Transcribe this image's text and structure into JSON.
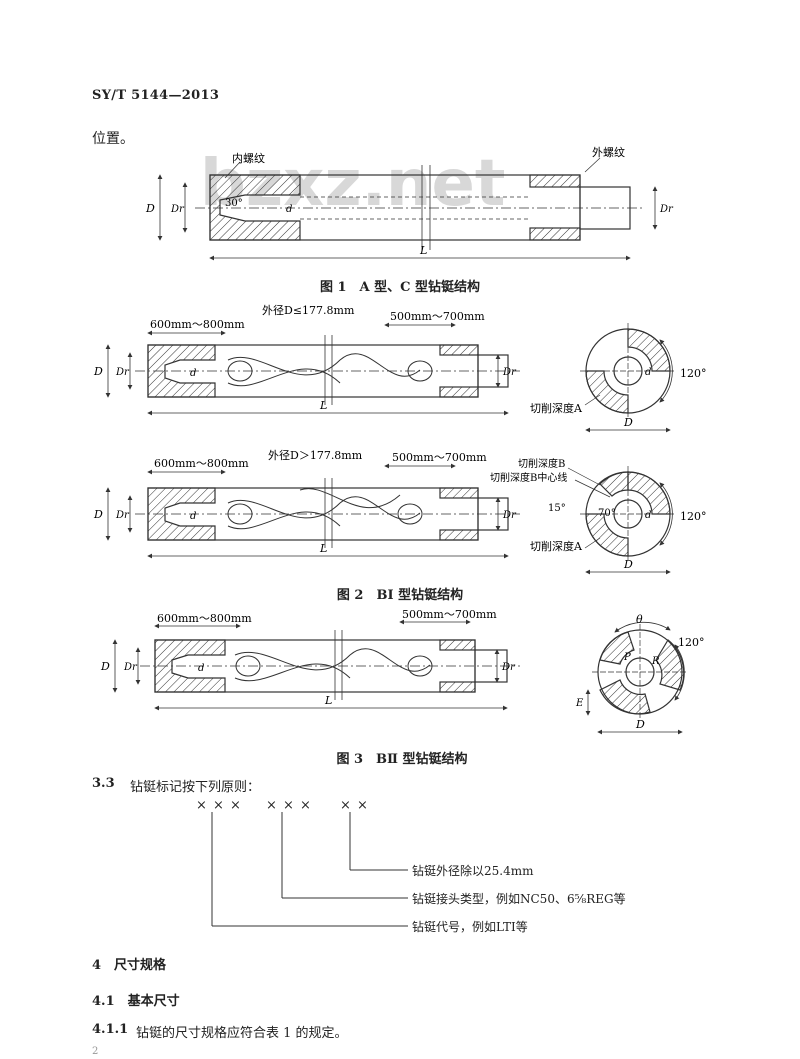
{
  "header": {
    "standard": "SY/T 5144—2013"
  },
  "continuation": "位置。",
  "watermark": "bzxz.net",
  "fig1": {
    "caption": "图 1　A 型、C 型钻铤结构",
    "label_inner_thread": "内螺纹",
    "label_outer_thread": "外螺纹",
    "label_angle": "30°",
    "dim_D": "D",
    "dim_Dr": "Dr",
    "dim_d": "d",
    "dim_L": "L"
  },
  "fig2a": {
    "label_od": "外径D≤177.8mm",
    "dim_left": "600mm～800mm",
    "dim_right": "500mm～700mm",
    "dim_D": "D",
    "dim_Dr": "Dr",
    "dim_d": "d",
    "dim_L": "L",
    "section_angle": "120°",
    "section_cut_A": "切削深度A",
    "section_D": "D",
    "section_d": "d"
  },
  "fig2b": {
    "label_od": "外径D＞177.8mm",
    "dim_left": "600mm～800mm",
    "dim_right": "500mm～700mm",
    "dim_D": "D",
    "dim_Dr": "Dr",
    "dim_d": "d",
    "dim_L": "L",
    "section_cut_B": "切削深度B",
    "section_cut_B_center": "切削深度B中心线",
    "section_angle15": "15°",
    "section_angle70": "70°",
    "section_angle120": "120°",
    "section_cut_A": "切削深度A",
    "section_D": "D",
    "section_d": "d",
    "caption": "图 2　BⅠ 型钻铤结构"
  },
  "fig3": {
    "dim_left": "600mm～800mm",
    "dim_right": "500mm～700mm",
    "dim_D": "D",
    "dim_Dr": "Dr",
    "dim_d": "d",
    "dim_L": "L",
    "section_theta": "θ",
    "section_angle": "120°",
    "section_P": "P",
    "section_R": "R",
    "section_E": "E",
    "section_D": "D",
    "caption": "图 3　BⅡ 型钻铤结构"
  },
  "marking": {
    "section_num": "3.3",
    "section_text": "钻铤标记按下列原则：",
    "code1": "× × ×",
    "code2": "× × ×",
    "code3": "× ×",
    "desc_outer": "钻铤外径除以25.4mm",
    "desc_conn": "钻铤接头类型，例如NC50、6⅝REG等",
    "desc_code": "钻铤代号，例如LTⅠ等"
  },
  "sections": {
    "s4": "4　尺寸规格",
    "s41": "4.1　基本尺寸",
    "s411_num": "4.1.1",
    "s411_text": "钻铤的尺寸规格应符合表 1 的规定。",
    "page_number": "2"
  }
}
